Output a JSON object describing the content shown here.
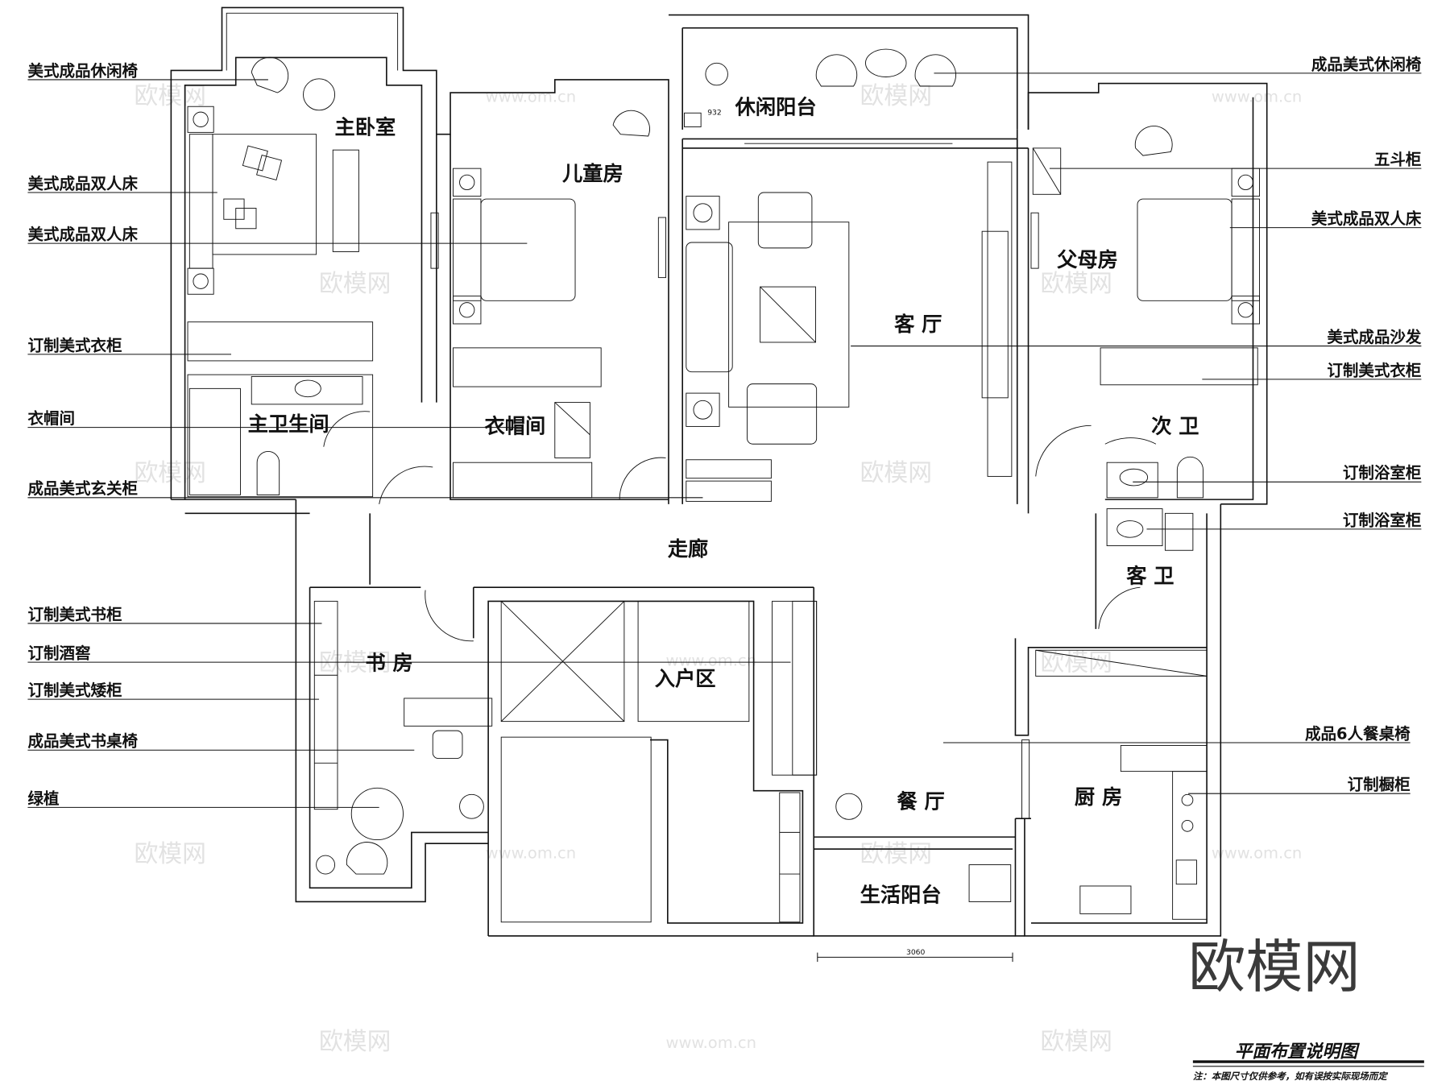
{
  "rooms": {
    "master_bedroom": "主卧室",
    "kids_room": "儿童房",
    "leisure_balcony": "休闲阳台",
    "living_room": "客 厅",
    "parents_room": "父母房",
    "second_bath": "次 卫",
    "master_bath": "主卫生间",
    "closet": "衣帽间",
    "corridor": "走廊",
    "guest_bath": "客 卫",
    "study": "书 房",
    "entry": "入户区",
    "dining": "餐 厅",
    "kitchen": "厨 房",
    "utility_balcony": "生活阳台"
  },
  "left_labels": [
    "美式成品休闲椅",
    "美式成品双人床",
    "美式成品双人床",
    "订制美式衣柜",
    "衣帽间",
    "成品美式玄关柜",
    "订制美式书柜",
    "订制酒窖",
    "订制美式矮柜",
    "成品美式书桌椅",
    "绿植"
  ],
  "right_labels": [
    "成品美式休闲椅",
    "五斗柜",
    "美式成品双人床",
    "美式成品沙发",
    "订制美式衣柜",
    "订制浴室柜",
    "订制浴室柜",
    "成品6人餐桌椅",
    "订制橱柜"
  ],
  "dimensions": {
    "balcony": "932",
    "bottom": "3060"
  },
  "watermark": {
    "logo": "欧模网",
    "small": "欧模网",
    "url": "www.om.cn"
  },
  "title": "平面布置说明图",
  "note": "注：本图尺寸仅供参考，如有误按实际现场而定"
}
